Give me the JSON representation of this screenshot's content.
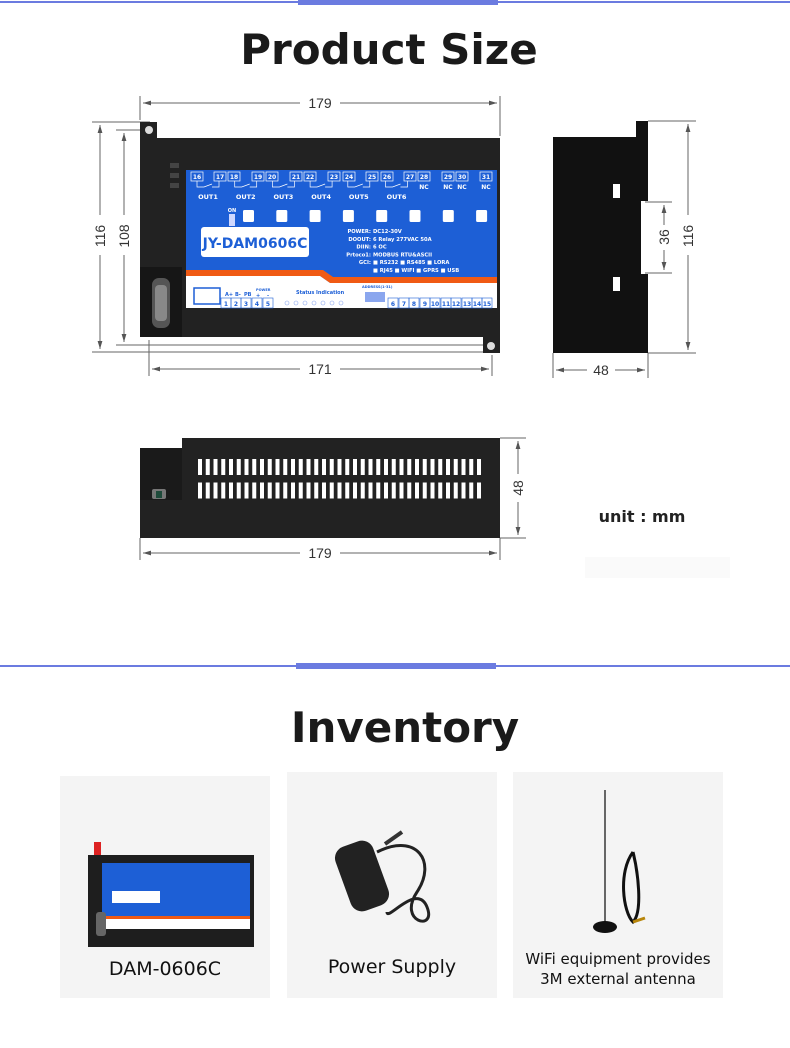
{
  "colors": {
    "accent": "#6b7be0",
    "panel_blue": "#1d5fd6",
    "orange": "#f05a14",
    "body": "#222222"
  },
  "product_size": {
    "title": "Product Size",
    "front": {
      "width_overall": "179",
      "width_mount": "171",
      "height_overall": "116",
      "height_body": "108"
    },
    "side": {
      "height": "116",
      "din_rail": "36",
      "depth": "48"
    },
    "bottom": {
      "width": "179",
      "depth": "48"
    },
    "unit": "unit : mm"
  },
  "device_panel": {
    "model": "JY-DAM0606C",
    "switch_label": "ON",
    "top_terminals": [
      "16",
      "17",
      "18",
      "19",
      "20",
      "21",
      "22",
      "23",
      "24",
      "25",
      "26",
      "27",
      "28",
      "29",
      "30",
      "31"
    ],
    "nc_labels": [
      "NC",
      "NC",
      "NC",
      "NC"
    ],
    "outputs": [
      "OUT1",
      "OUT2",
      "OUT3",
      "OUT4",
      "OUT5",
      "OUT6"
    ],
    "specs": [
      {
        "k": "POWER:",
        "v": "DC12-30V"
      },
      {
        "k": "DOOUT:",
        "v": "6 Relay 277VAC 50A"
      },
      {
        "k": "DIIN:",
        "v": "6 OC"
      },
      {
        "k": "Prtoco1:",
        "v": "MODBUS RTU&ASCII"
      },
      {
        "k": "GCI:",
        "v": "■ RS232 ■ RS485 ■ LORA"
      },
      {
        "k": "",
        "v": "■ RJ45 ■ WIFI ■ GPRS ■ USB"
      }
    ],
    "bottom_labels": {
      "a": "A+",
      "b": "B-",
      "pb": "PB",
      "power": "POWER",
      "plus": "+",
      "minus": "-",
      "status": "Status Indication",
      "address": "ADDRESS(1-31)"
    },
    "bottom_terminals_left": [
      "1",
      "2",
      "3",
      "4",
      "5"
    ],
    "bottom_terminals_right": [
      "6",
      "7",
      "8",
      "9",
      "10",
      "11",
      "12",
      "13",
      "14",
      "15"
    ]
  },
  "inventory": {
    "title": "Inventory",
    "items": [
      {
        "label": "DAM-0606C"
      },
      {
        "label": "Power Supply"
      },
      {
        "label_line1": "WiFi equipment provides",
        "label_line2": "3M external antenna"
      }
    ]
  }
}
